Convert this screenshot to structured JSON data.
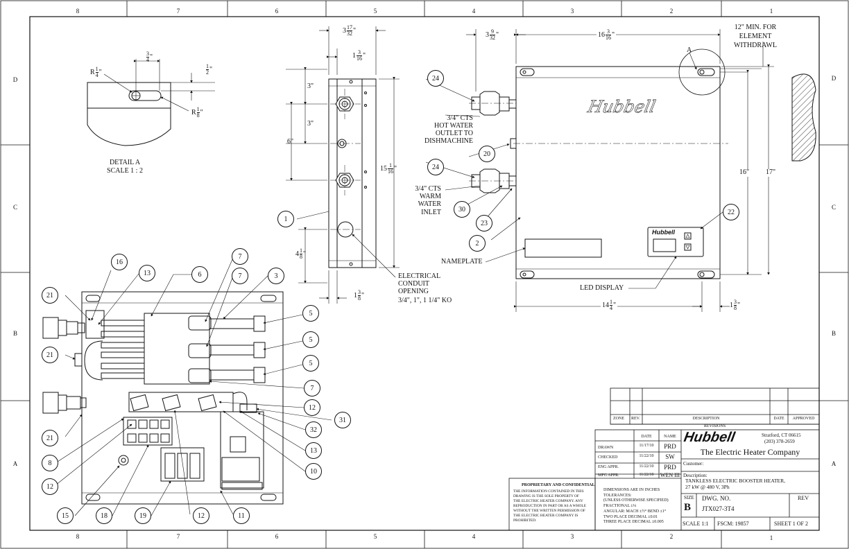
{
  "zones_top": [
    "8",
    "7",
    "6",
    "5",
    "4",
    "3",
    "2",
    "1"
  ],
  "zones_side": [
    "D",
    "C",
    "B",
    "A"
  ],
  "detail_a": {
    "title": "DETAIL A",
    "scale": "SCALE 1 : 2",
    "dim_r_quarter": "R",
    "dim_r_quarter_n": "1",
    "dim_r_quarter_d": "4",
    "dim_three_quarter_n": "3",
    "dim_three_quarter_d": "4",
    "dim_half_n": "1",
    "dim_half_d": "2",
    "dim_r_eighth": "R",
    "dim_r_eighth_n": "1",
    "dim_r_eighth_d": "8",
    "inch": "\""
  },
  "side_view": {
    "dim_top_whole": "3",
    "dim_top_n": "17",
    "dim_top_d": "32",
    "dim_flange_whole": "1",
    "dim_flange_n": "3",
    "dim_flange_d": "16",
    "dim_3a": "3\"",
    "dim_3b": "3\"",
    "dim_6": "6\"",
    "dim_15_whole": "15",
    "dim_15_n": "1",
    "dim_15_d": "16",
    "dim_4_whole": "4",
    "dim_4_n": "1",
    "dim_4_d": "8",
    "dim_bottom_whole": "1",
    "dim_bottom_n": "3",
    "dim_bottom_d": "8",
    "conduit_note": [
      "ELECTRICAL",
      "CONDUIT",
      "OPENING",
      "3/4\", 1\", 1 1/4\" KO"
    ]
  },
  "front_view": {
    "dim_3_9_whole": "3",
    "dim_3_9_n": "9",
    "dim_3_9_d": "32",
    "dim_16_whole": "16",
    "dim_16_n": "3",
    "dim_16_d": "16",
    "min_note": [
      "12\" MIN. FOR",
      "ELEMENT",
      "WITHDRAWL"
    ],
    "detail_label": "A",
    "dim_16": "16\"",
    "dim_17": "17\"",
    "dim_14_whole": "14",
    "dim_14_n": "1",
    "dim_14_d": "4",
    "dim_1_3_whole": "1",
    "dim_1_3_n": "3",
    "dim_1_3_d": "8",
    "hot_outlet": [
      "3/4\" CTS",
      "HOT WATER",
      "OUTLET TO",
      "DISHMACHINE"
    ],
    "warm_inlet": [
      "3/4\" CTS",
      "WARM",
      "WATER",
      "INLET"
    ],
    "nameplate": "NAMEPLATE",
    "led_display": "LED DISPLAY",
    "logo": "Hubbell",
    "panel_logo": "Hubbell"
  },
  "balloons": {
    "b1": "1",
    "b2": "2",
    "b3": "3",
    "b5a": "5",
    "b5b": "5",
    "b5c": "5",
    "b6": "6",
    "b7a": "7",
    "b7b": "7",
    "b7c": "7",
    "b8": "8",
    "b10": "10",
    "b11": "11",
    "b12a": "12",
    "b12b": "12",
    "b12c": "12",
    "b13a": "13",
    "b13b": "13",
    "b15": "15",
    "b16": "16",
    "b18": "18",
    "b19": "19",
    "b20": "20",
    "b21a": "21",
    "b21b": "21",
    "b21c": "21",
    "b22": "22",
    "b23": "23",
    "b24a": "24",
    "b24b": "24",
    "b30": "30",
    "b31": "31",
    "b32": "32"
  },
  "revisions": {
    "header": "REVISIONS",
    "zone": "ZONE",
    "rev": "REV.",
    "description": "DESCRIPTION",
    "date": "DATE",
    "approved": "APPROVED"
  },
  "approvals": {
    "date_hdr": "DATE",
    "name_hdr": "NAME",
    "rows": [
      {
        "role": "DRAWN",
        "date": "11/17/10",
        "name": "PRD"
      },
      {
        "role": "CHECKED",
        "date": "11/22/10",
        "name": "SW"
      },
      {
        "role": "ENG APPR.",
        "date": "11/22/10",
        "name": "PRD"
      },
      {
        "role": "MFG APPR.",
        "date": "11/22/10",
        "name": "WEN III"
      }
    ]
  },
  "proprietary": {
    "title": "PROPRIETARY AND CONFIDENTIAL",
    "lines": [
      "THE INFORMATION CONTAINED IN THIS",
      "DRAWING IS THE SOLE PROPERTY OF",
      "THE ELECTRIC HEATER COMPANY. ANY",
      "REPRODUCTION IN PART OR AS A WHOLE",
      "WITHOUT THE WRITTEN PERMISSION OF",
      "THE ELECTRIC HEATER COMPANY IS",
      "PROHIBITED."
    ]
  },
  "tolerances": {
    "lines": [
      "DIMENSIONS ARE IN INCHES",
      "TOLERANCES:",
      "(UNLESS OTHERWISE SPECIFIED)",
      "FRACTIONAL ±¼",
      "ANGULAR: MACH ±½°  BEND ±1°",
      "TWO PLACE DECIMAL   ±0.01",
      "THREE PLACE DECIMAL  ±0.005"
    ]
  },
  "title_block": {
    "logo": "Hubbell",
    "address": [
      "Stratford, CT 06615",
      "(203) 378-2659"
    ],
    "company": "The Electric Heater Company",
    "customer_label": "Customer:",
    "description_label": "Description:",
    "description": [
      "TANKLESS ELECTRIC BOOSTER HEATER,",
      "27 kW @ 480 V, 3Ph"
    ],
    "size_label": "SIZE",
    "size": "B",
    "dwg_no_label": "DWG.  NO.",
    "dwg_no": "JTX027-3T4",
    "rev_label": "REV",
    "scale": "SCALE 1:1",
    "fscm": "FSCM: 19857",
    "sheet": "SHEET 1 OF 2"
  }
}
